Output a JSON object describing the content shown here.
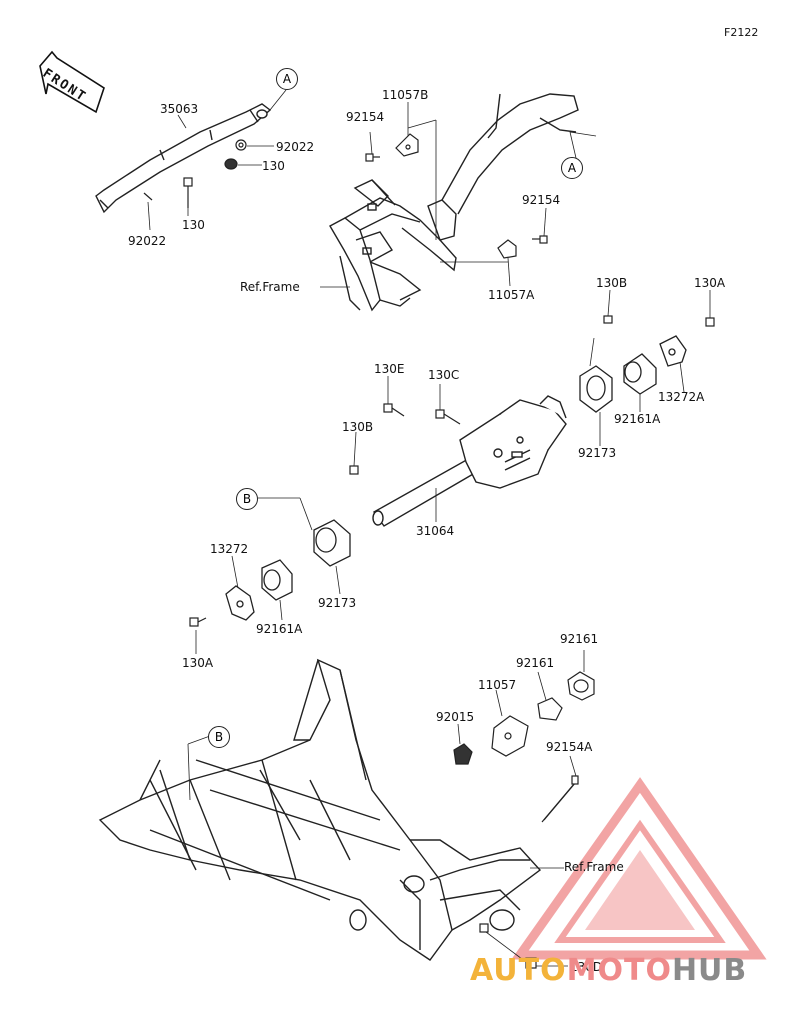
{
  "diagram_code": "F2122",
  "front_label": "FRONT",
  "ref_frame_label": "Ref.Frame",
  "circle_refs": {
    "a": "A",
    "b": "B"
  },
  "parts": {
    "p35063": "35063",
    "p92022_top": "92022",
    "p130_top": "130",
    "p130_mid": "130",
    "p92022_bottom": "92022",
    "p11057B": "11057B",
    "p92154_left": "92154",
    "p92154_right": "92154",
    "p11057A": "11057A",
    "p130B_right": "130B",
    "p130A_right": "130A",
    "p130E": "130E",
    "p130C": "130C",
    "p92161A_right": "92161A",
    "p13272A": "13272A",
    "p92173_right": "92173",
    "p130B_left": "130B",
    "p31064": "31064",
    "p13272": "13272",
    "p92161A_left": "92161A",
    "p92173_left": "92173",
    "p130A_left": "130A",
    "p92161_top": "92161",
    "p92161_mid": "92161",
    "p11057": "11057",
    "p92015": "92015",
    "p92154A": "92154A",
    "p130D": "130D"
  },
  "watermark": {
    "part1": "AUTO",
    "part2": "MOTO",
    "part3": "HUB"
  },
  "colors": {
    "line": "#222222",
    "watermark_red": "#e85a5a",
    "watermark_orange": "#f3b33a",
    "watermark_gray": "#8a8a8a"
  }
}
